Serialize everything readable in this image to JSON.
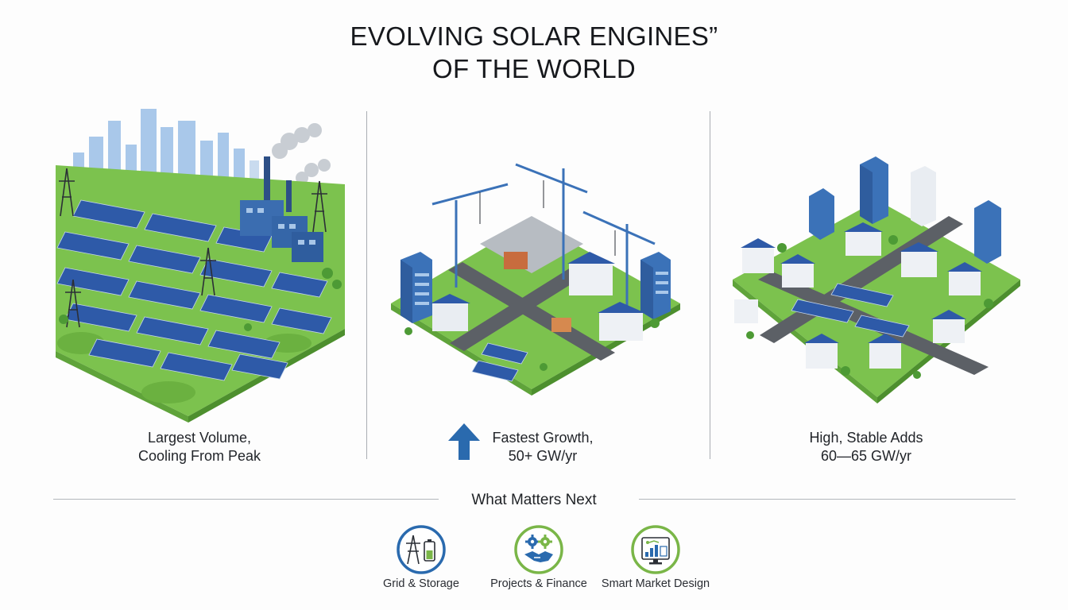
{
  "title": {
    "line1": "EVOLVING SOLAR ENGINES”",
    "line2": "OF THE WORLD"
  },
  "panels": [
    {
      "caption_line1": "Largest Volume,",
      "caption_line2": "Cooling From Peak"
    },
    {
      "caption_line1": "Fastest Growth,",
      "caption_line2": "50+ GW/yr",
      "indicator_icon": "up-arrow-icon"
    },
    {
      "caption_line1": "High, Stable Adds",
      "caption_line2": "60—65 GW/yr"
    }
  ],
  "next": {
    "heading": "What Matters Next",
    "items": [
      {
        "label": "Grid & Storage",
        "icon": "pylon-battery-icon"
      },
      {
        "label": "Projects & Finance",
        "icon": "gears-handshake-icon"
      },
      {
        "label": "Smart Market Design",
        "icon": "dashboard-chart-icon"
      }
    ]
  },
  "colors": {
    "grass": "#7cc24e",
    "panel_blue": "#2e5aa8",
    "building_blue": "#3b72b8",
    "arrow_blue": "#2a6aae",
    "badge_blue": "#2a6aae",
    "badge_green": "#7ab648"
  }
}
